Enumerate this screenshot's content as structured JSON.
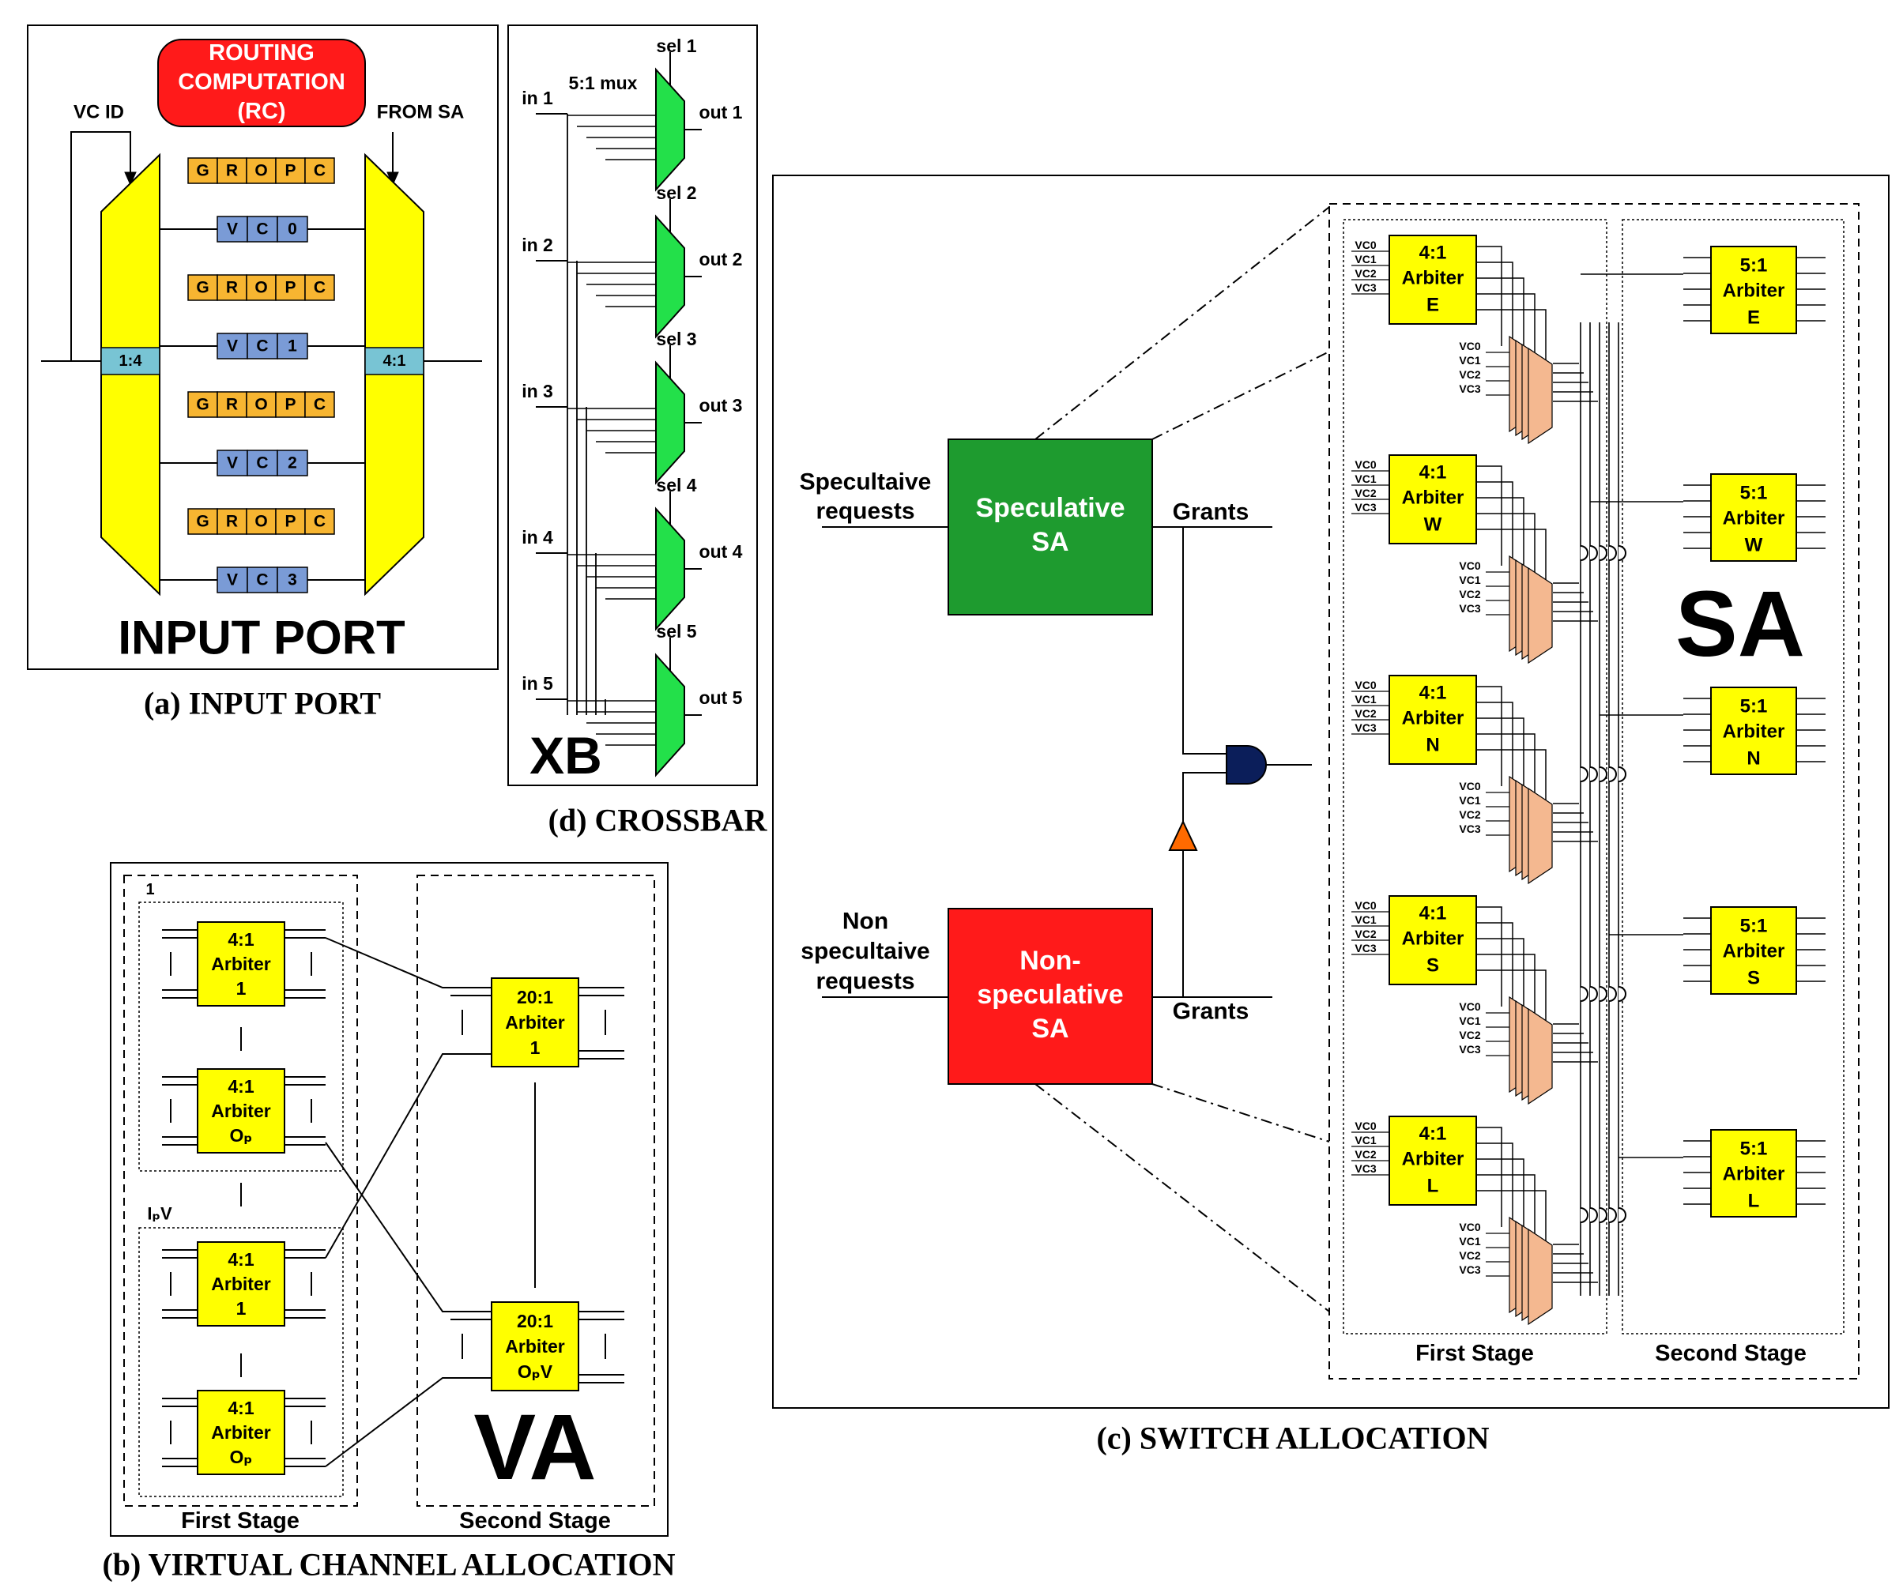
{
  "colors": {
    "yellow": "#ffff00",
    "orange_field": "#f7b531",
    "blue_field": "#7a9bd6",
    "teal_ratio": "#78c4d4",
    "green_mux": "#23e04a",
    "sa_green": "#1e9b2f",
    "sa_red": "#ff1a1a",
    "rc_red": "#ff1a1a",
    "mux_orange": "#f4b890",
    "and_gate": "#0b1e5a",
    "buffer": "#ff6a00"
  },
  "input_port": {
    "rc_line1": "ROUTING",
    "rc_line2": "COMPUTATION",
    "rc_line3": "(RC)",
    "vc_id": "VC ID",
    "from_sa": "FROM SA",
    "demux_ratio": "1:4",
    "mux_ratio": "4:1",
    "gropc_fields": [
      "G",
      "R",
      "O",
      "P",
      "C"
    ],
    "vc_fields": [
      [
        "V",
        "C",
        "0"
      ],
      [
        "V",
        "C",
        "1"
      ],
      [
        "V",
        "C",
        "2"
      ],
      [
        "V",
        "C",
        "3"
      ]
    ],
    "big_label": "INPUT PORT",
    "caption": "(a) INPUT PORT"
  },
  "crossbar": {
    "mux_label": "5:1 mux",
    "inputs": [
      "in 1",
      "in 2",
      "in 3",
      "in 4",
      "in 5"
    ],
    "selects": [
      "sel 1",
      "sel 2",
      "sel 3",
      "sel 4",
      "sel 5"
    ],
    "outputs": [
      "out 1",
      "out 2",
      "out 3",
      "out 4",
      "out 5"
    ],
    "big_label": "XB",
    "caption": "(d) CROSSBAR"
  },
  "vc_alloc": {
    "group_top": "1",
    "group_bottom": "IₚV",
    "first_stage_arbiters": [
      [
        "4:1",
        "Arbiter",
        "1"
      ],
      [
        "4:1",
        "Arbiter",
        "Oₚ"
      ],
      [
        "4:1",
        "Arbiter",
        "1"
      ],
      [
        "4:1",
        "Arbiter",
        "Oₚ"
      ]
    ],
    "second_stage_arbiters": [
      [
        "20:1",
        "Arbiter",
        "1"
      ],
      [
        "20:1",
        "Arbiter",
        "OₚV"
      ]
    ],
    "first_stage": "First Stage",
    "second_stage": "Second Stage",
    "big_label": "VA",
    "caption": "(b) VIRTUAL CHANNEL ALLOCATION"
  },
  "switch_alloc": {
    "spec_requests": [
      "Specultaive",
      "requests"
    ],
    "spec_sa": [
      "Speculative",
      "SA"
    ],
    "nonspec_requests": [
      "Non",
      "specultaive",
      "requests"
    ],
    "nonspec_sa": [
      "Non-",
      "speculative",
      "SA"
    ],
    "grants": "Grants",
    "vc_inputs": [
      "VC0",
      "VC1",
      "VC2",
      "VC3"
    ],
    "first_stage_arbiters": [
      [
        "4:1",
        "Arbiter",
        "E"
      ],
      [
        "4:1",
        "Arbiter",
        "W"
      ],
      [
        "4:1",
        "Arbiter",
        "N"
      ],
      [
        "4:1",
        "Arbiter",
        "S"
      ],
      [
        "4:1",
        "Arbiter",
        "L"
      ]
    ],
    "second_stage_arbiters": [
      [
        "5:1",
        "Arbiter",
        "E"
      ],
      [
        "5:1",
        "Arbiter",
        "W"
      ],
      [
        "5:1",
        "Arbiter",
        "N"
      ],
      [
        "5:1",
        "Arbiter",
        "S"
      ],
      [
        "5:1",
        "Arbiter",
        "L"
      ]
    ],
    "first_stage": "First Stage",
    "second_stage": "Second Stage",
    "big_label": "SA",
    "caption": "(c) SWITCH ALLOCATION"
  }
}
